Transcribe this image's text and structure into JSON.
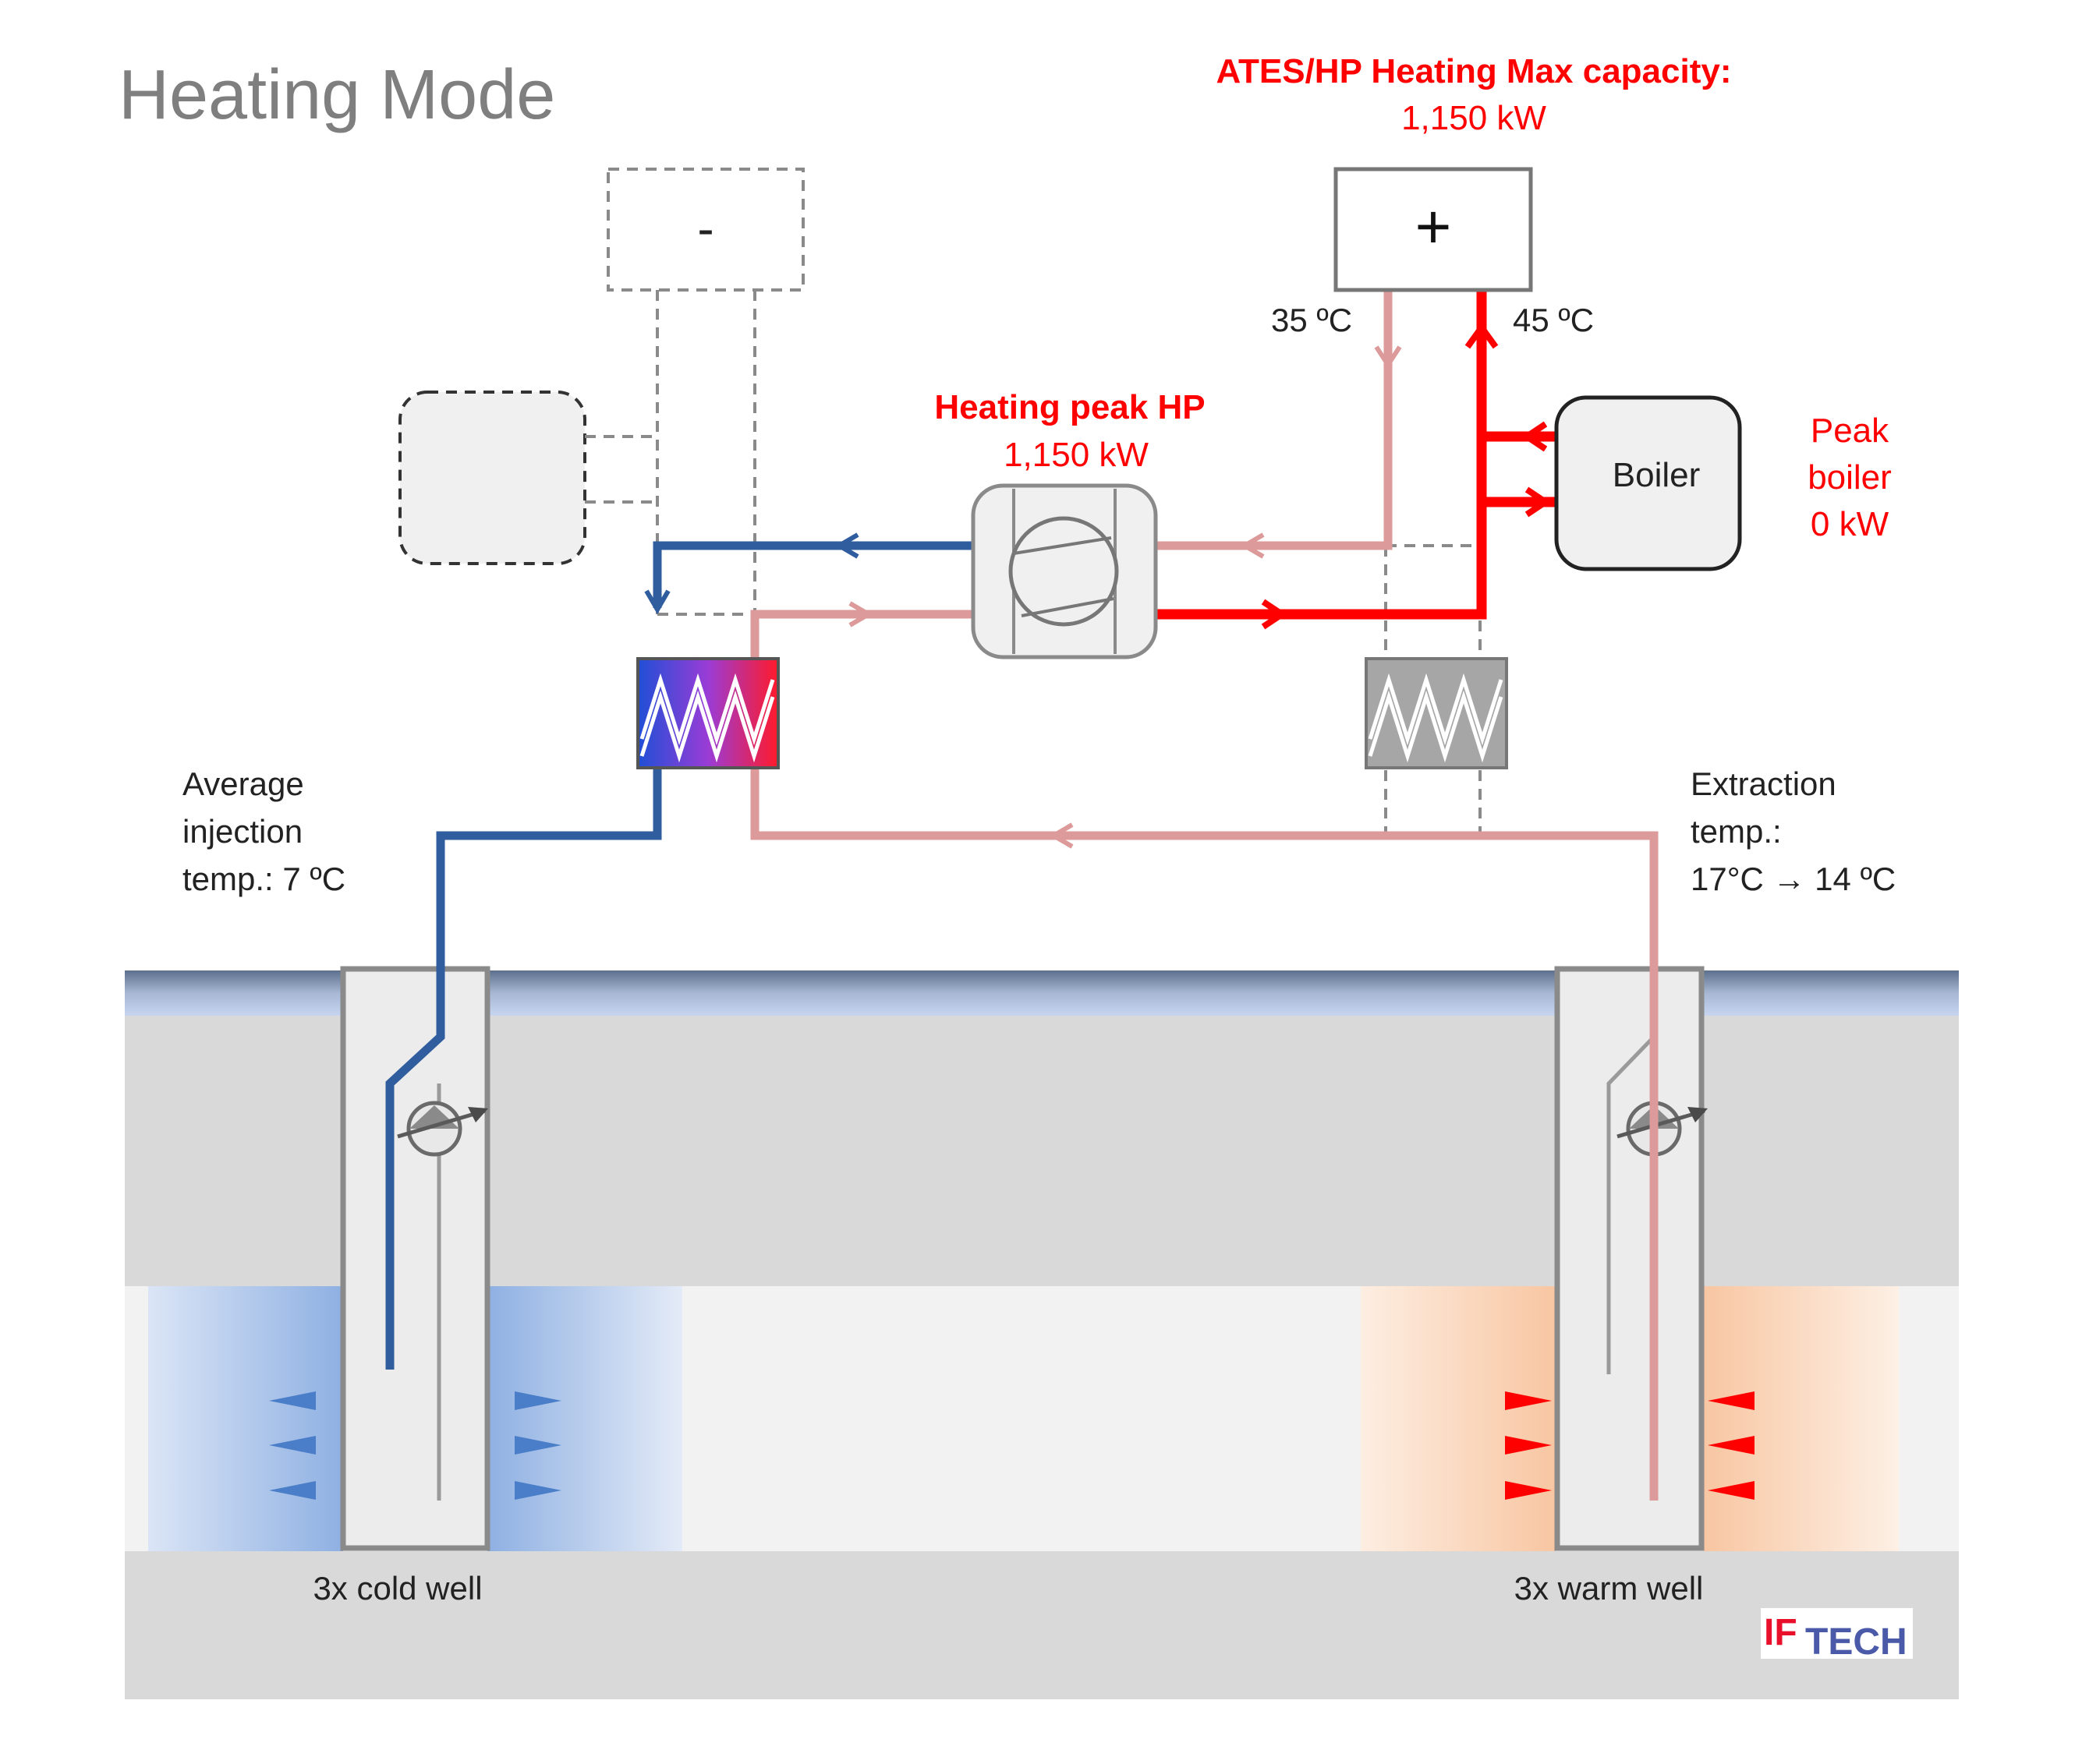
{
  "title": "Heating Mode",
  "ates_capacity": {
    "heading": "ATES/HP Heating Max capacity:",
    "value": "1,150 kW"
  },
  "plus_box": {
    "symbol": "+"
  },
  "minus_box": {
    "symbol": "-"
  },
  "return_temp": "35 ºC",
  "supply_temp": "45 ºC",
  "heat_pump": {
    "heading": "Heating peak HP",
    "value": "1,150 kW"
  },
  "boiler": {
    "label": "Boiler",
    "peak": [
      "Peak",
      "boiler",
      "0 kW"
    ]
  },
  "injection": [
    "Average",
    "injection",
    "temp.:  7 ºC"
  ],
  "extraction": [
    "Extraction",
    "temp.:",
    "17°C → 14 ºC"
  ],
  "cold_well": "3x cold well",
  "warm_well": "3x warm well",
  "logo": {
    "part1": "IF",
    "part2": "TECH"
  },
  "colors": {
    "cold_pipe": "#2f5d9e",
    "warm_pipe": "#dc9a9a",
    "hot_pipe": "#ff0000",
    "red_text": "#ff0000",
    "ground": "#d9d9d9",
    "aquifer": "#f2f2f2",
    "cold_zone": "#6f99d6",
    "warm_zone": "#f9c196"
  }
}
